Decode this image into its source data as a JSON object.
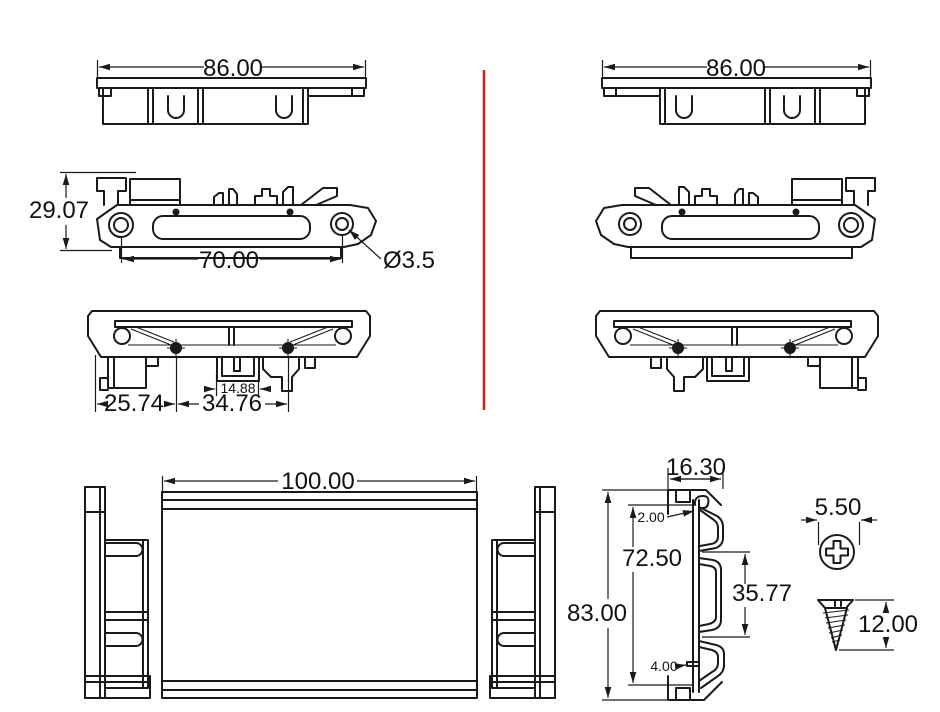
{
  "colors": {
    "line": "#1a1a1a",
    "divider": "#de1713",
    "background": "#ffffff"
  },
  "dimensions": {
    "bracket_top_width_left": "86.00",
    "bracket_top_width_right": "86.00",
    "bracket_height": "29.07",
    "bracket_hole_spacing": "70.00",
    "bracket_hole_diameter": "Ø3.5",
    "bracket_edge_to_hole": "25.74",
    "bracket_hole_pitch": "34.76",
    "bracket_clip_width": "14.88",
    "cover_length": "100.00",
    "profile_top_width": "16.30",
    "profile_lip_thickness": "2.00",
    "profile_inner_height": "72.50",
    "profile_channel_height": "35.77",
    "profile_foot_height": "4.00",
    "profile_overall_height": "83.00",
    "screw_head_diameter": "5.50",
    "screw_length": "12.00"
  }
}
